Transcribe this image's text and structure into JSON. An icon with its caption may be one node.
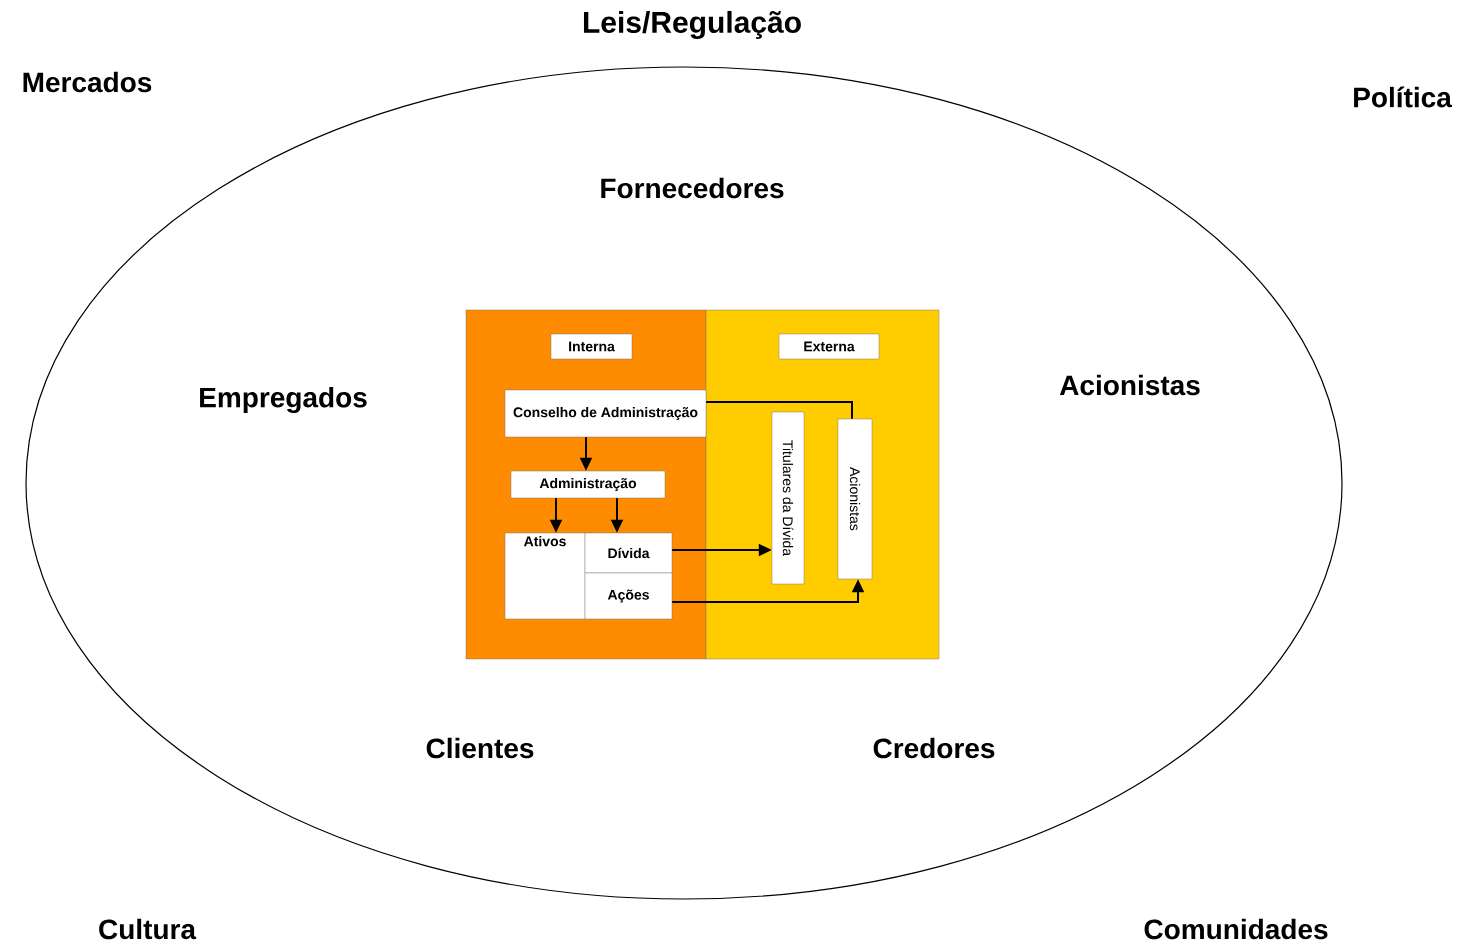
{
  "diagram": {
    "title": "Leis/Regulação",
    "nodes": [
      {
        "text": [
          "Interna"
        ]
      },
      {
        "text": [
          "Externa"
        ]
      },
      {
        "text": [
          "Conselho de Administração"
        ]
      },
      {
        "text": [
          "Administração"
        ]
      },
      {
        "text": [
          "Ativos"
        ]
      },
      {
        "text": [
          "Dívida"
        ]
      },
      {
        "text": [
          "Ações"
        ]
      },
      {
        "text": [
          "Titulares da Dívida"
        ]
      },
      {
        "text": [
          "Acionistas"
        ]
      }
    ],
    "edges": [
      {
        "from": 2,
        "to": 3,
        "arrow": "to"
      },
      {
        "from": 3,
        "to": 4,
        "arrow": "to"
      },
      {
        "from": 3,
        "to": 5,
        "arrow": "to"
      },
      {
        "from": 5,
        "to": 7,
        "arrow": "to"
      },
      {
        "from": 6,
        "to": 8,
        "arrow": "to"
      },
      {
        "from": 2,
        "to": 8,
        "arrow": "none"
      }
    ],
    "labels": [
      "Mercados",
      "Política",
      "Fornecedores",
      "Empregados",
      "Acionistas",
      "Clientes",
      "Credores",
      "Cultura",
      "Comunidades"
    ]
  }
}
